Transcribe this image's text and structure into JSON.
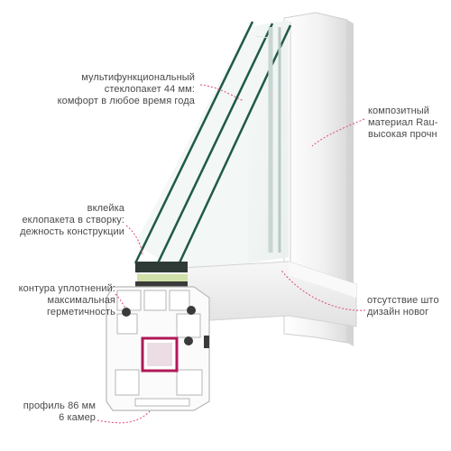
{
  "callouts": {
    "glazing": "мультифункциональный\nстеклопакет 44 мм:\nкомфорт в любое время года",
    "gluing": "вклейка\nеклопакета в створку:\nдежность конструкции",
    "seals": "контура уплотнений:\nмаксимальная\nгерметичность",
    "profile": "профиль 86 мм\n6 камер",
    "material": "композитный\nматериал Rau-\nвысокая прочн",
    "no_bead": "отсутствие што\nдизайн новог"
  },
  "colors": {
    "leader_line": "#e0457b",
    "glass_edge": "#1f5a45",
    "frame_white": "#f4f4f4",
    "reinforcement": "#b01858",
    "gasket": "#3a3a3a",
    "text": "#4a4a4a"
  }
}
